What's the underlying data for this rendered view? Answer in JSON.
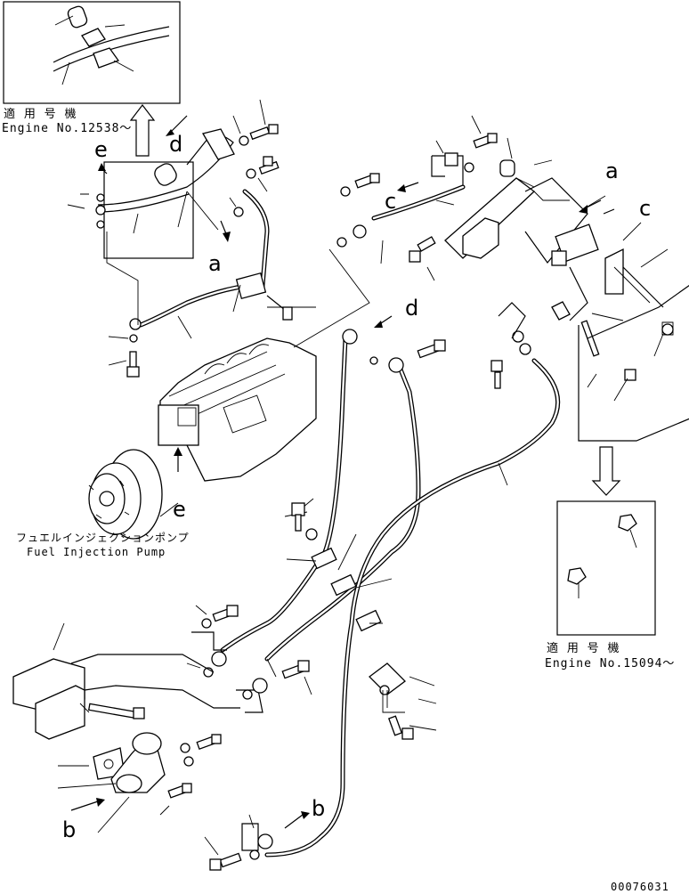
{
  "callouts": {
    "a1": "a",
    "a2": "a",
    "b1": "b",
    "b2": "b",
    "c1": "c",
    "c2": "c",
    "d1": "d",
    "d2": "d",
    "e1": "e",
    "e2": "e"
  },
  "inset_top": {
    "applicable_jp": "適 用 号 機",
    "engine_no": "Engine No.12538～"
  },
  "inset_bottom": {
    "applicable_jp": "適 用 号 機",
    "engine_no": "Engine No.15094～"
  },
  "pump": {
    "name_jp": "フュエルインジェクションポンプ",
    "name_en": "Fuel Injection Pump"
  },
  "drawing_number": "00076031"
}
